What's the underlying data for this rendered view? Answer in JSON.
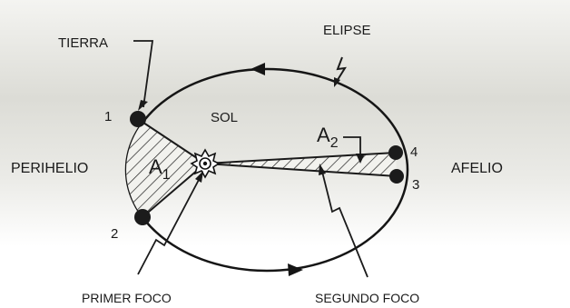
{
  "labels": {
    "tierra": "TIERRA",
    "elipse": "ELIPSE",
    "sol": "SOL",
    "perihelio": "PERIHELIO",
    "afelio": "AFELIO",
    "primer_foco": "PRIMER FOCO",
    "segundo_foco": "SEGUNDO FOCO",
    "area_1_letter": "A",
    "area_1_sub": "1",
    "area_2_letter": "A",
    "area_2_sub": "2",
    "point_1": "1",
    "point_2": "2",
    "point_3": "3",
    "point_4": "4"
  },
  "colors": {
    "ink": "#1a1a1a",
    "orbit": "#151515",
    "planet": "#1b1b1b",
    "hatch": "#222222",
    "sun": "#111111"
  },
  "icons": {
    "sun": "sun-icon",
    "earth": "planet-icon"
  }
}
